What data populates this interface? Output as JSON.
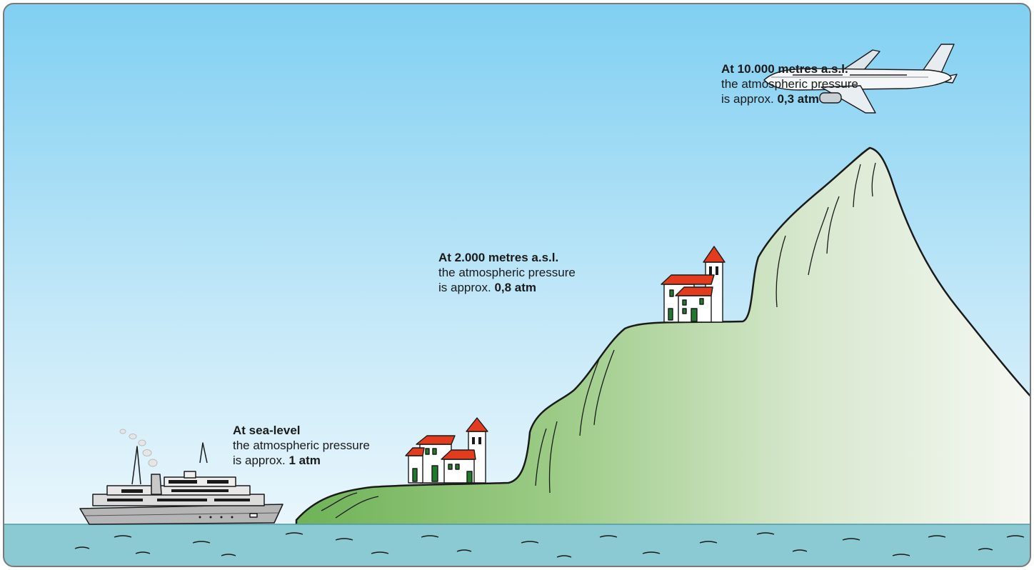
{
  "colors": {
    "sky_top": "#7fcff2",
    "sky_bottom": "#eef8fc",
    "sea": "#8ccad3",
    "hill_dark": "#7ab661",
    "hill_light": "#f2f5ee",
    "roof": "#e23b1e",
    "door": "#1f7a2b",
    "frame": "#7a7a7a"
  },
  "annotations": {
    "sea_level": {
      "heading": "At sea-level",
      "line1": "the atmospheric pressure",
      "line2_prefix": "is approx. ",
      "value": "1 atm"
    },
    "altitude_2000": {
      "heading": "At 2.000 metres a.s.l.",
      "line1": "the atmospheric pressure",
      "line2_prefix": "is approx. ",
      "value": "0,8 atm"
    },
    "altitude_10000": {
      "heading": "At 10.000 metres a.s.l.",
      "line1": "the atmospheric pressure",
      "line2_prefix": "is approx. ",
      "value": "0,3 atm"
    }
  }
}
